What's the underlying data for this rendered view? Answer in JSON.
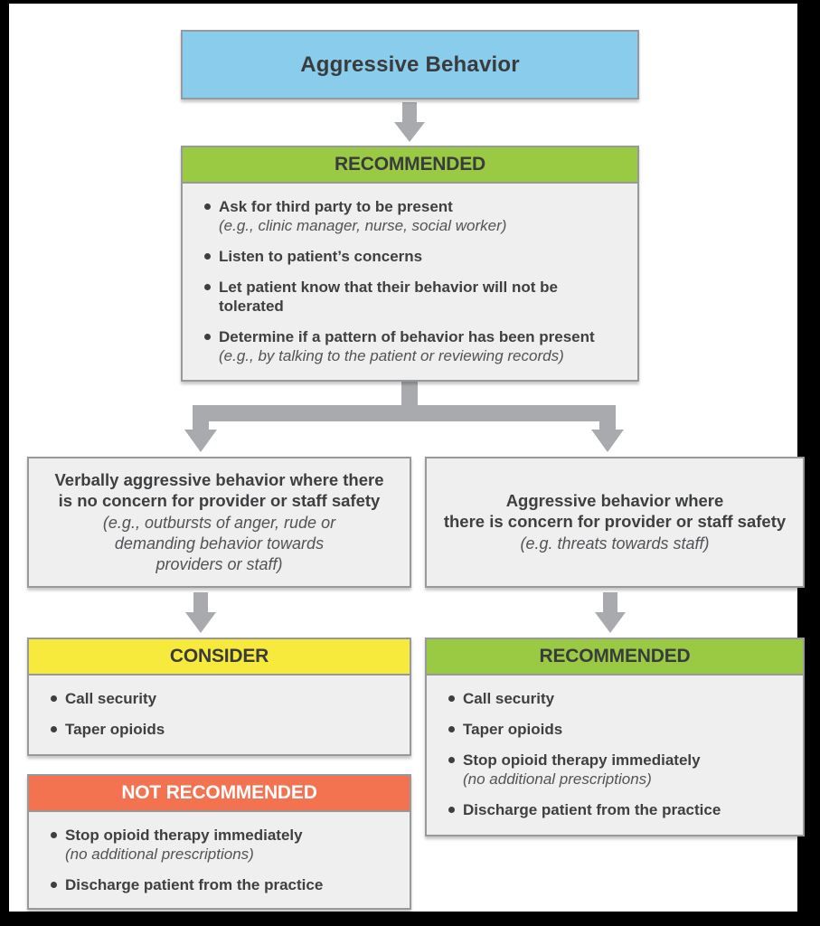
{
  "colors": {
    "title_fill": "#89cceb",
    "recommended_fill": "#9aca43",
    "consider_fill": "#f8ea3d",
    "not_recommended_fill": "#f3724f",
    "arrow_gray": "#a8aaad",
    "body_fill": "#efefef",
    "border_gray": "#97999c"
  },
  "flowchart": {
    "title": {
      "label": "Aggressive Behavior"
    },
    "initial": {
      "header": "RECOMMENDED",
      "items": [
        {
          "text": "Ask for third party to be present",
          "note": "(e.g., clinic manager, nurse, social worker)"
        },
        {
          "text": "Listen to patient’s concerns"
        },
        {
          "text": "Let patient know that their behavior will not be tolerated"
        },
        {
          "text": "Determine if a pattern of behavior has been present",
          "note": "(e.g., by talking to the patient or reviewing records)"
        }
      ]
    },
    "branches": {
      "left": {
        "condition": {
          "text": "Verbally aggressive behavior where there\nis no concern for provider or staff safety",
          "note": "(e.g., outbursts of anger, rude or\ndemanding behavior towards\nproviders or staff)"
        },
        "consider": {
          "header": "CONSIDER",
          "items": [
            {
              "text": "Call security"
            },
            {
              "text": "Taper opioids"
            }
          ]
        },
        "not_recommended": {
          "header": "NOT RECOMMENDED",
          "items": [
            {
              "text": "Stop opioid therapy immediately",
              "note": "(no additional prescriptions)"
            },
            {
              "text": "Discharge patient from the practice"
            }
          ]
        }
      },
      "right": {
        "condition": {
          "text": "Aggressive behavior where\nthere is concern for provider or staff safety",
          "note": "(e.g. threats towards staff)"
        },
        "recommended": {
          "header": "RECOMMENDED",
          "items": [
            {
              "text": "Call security"
            },
            {
              "text": "Taper opioids"
            },
            {
              "text": "Stop opioid therapy immediately",
              "note": "(no additional prescriptions)"
            },
            {
              "text": "Discharge patient from the practice"
            }
          ]
        }
      }
    }
  }
}
